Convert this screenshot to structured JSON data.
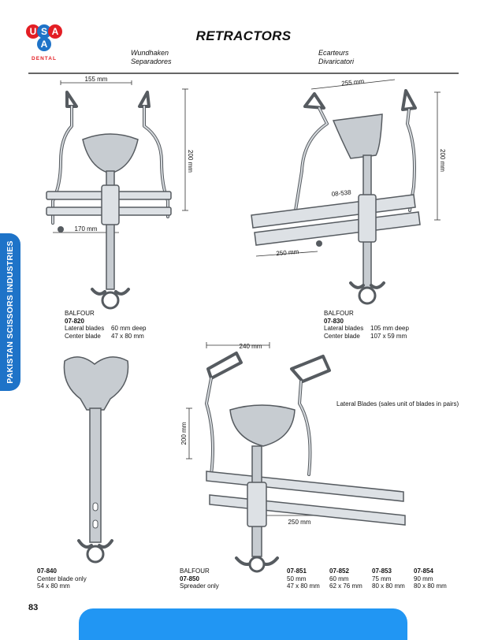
{
  "logo": {
    "letters_top": [
      "U",
      "S",
      "A"
    ],
    "letters_bottom": "A",
    "ring_text": "D E N T A L"
  },
  "page": {
    "title": "RETRACTORS",
    "subtitle_left_1": "Wundhaken",
    "subtitle_left_2": "Separadores",
    "subtitle_right_1": "Ecarteurs",
    "subtitle_right_2": "Divaricatori",
    "side_tab": "PAKISTAN SCISSORS INDUSTRIES",
    "page_number": "83",
    "lateral_note": "Lateral Blades (sales unit of blades in pairs)"
  },
  "products": {
    "p820": {
      "name": "BALFOUR",
      "code": "07-820",
      "rows": [
        {
          "k": "Lateral blades",
          "v": "60 mm deep"
        },
        {
          "k": "Center blade",
          "v": "47 x 80 mm"
        }
      ],
      "dims": {
        "w": "155 mm",
        "h": "200 mm",
        "bar": "170 mm"
      }
    },
    "p830": {
      "name": "BALFOUR",
      "code": "07-830",
      "rows": [
        {
          "k": "Lateral blades",
          "v": "105 mm deep"
        },
        {
          "k": "Center blade",
          "v": "107 x 59 mm"
        }
      ],
      "dims": {
        "w": "255 mm",
        "h": "200 mm",
        "bar": "250 mm",
        "ref": "08-538"
      }
    },
    "p840": {
      "code": "07-840",
      "line1": "Center blade only",
      "line2": "54 x 80 mm"
    },
    "p850": {
      "name": "BALFOUR",
      "code": "07-850",
      "line1": "Spreader only",
      "dims": {
        "w": "240 mm",
        "h": "200 mm",
        "bar": "250 mm"
      }
    }
  },
  "blade_sizes": [
    {
      "code": "07-851",
      "depth": "50 mm",
      "size": "47 x 80 mm"
    },
    {
      "code": "07-852",
      "depth": "60 mm",
      "size": "62 x 76 mm"
    },
    {
      "code": "07-853",
      "depth": "75 mm",
      "size": "80 x 80 mm"
    },
    {
      "code": "07-854",
      "depth": "90 mm",
      "size": "80 x 80 mm"
    }
  ],
  "colors": {
    "logo_red": "#E31E24",
    "logo_blue": "#1E73C8",
    "accent_blue": "#2196F3",
    "metal": "#c7ccd1"
  }
}
